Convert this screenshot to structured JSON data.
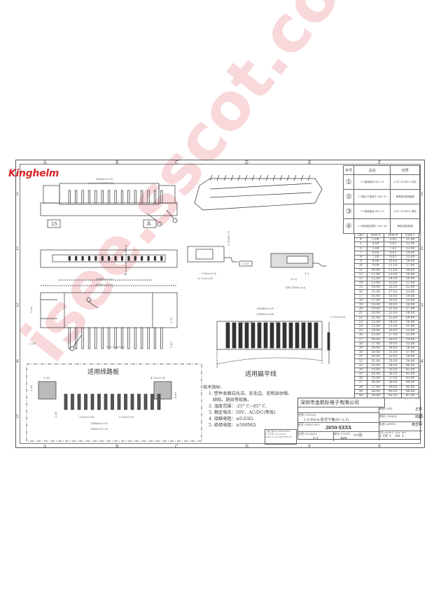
{
  "brand": "Kinghelm",
  "watermark": "isee.sscot.com",
  "columns": [
    "A",
    "B",
    "C",
    "D",
    "E",
    "F"
  ],
  "rows": [
    "1",
    "2",
    "3",
    "4",
    "5"
  ],
  "parts_table": {
    "headers": [
      "序号",
      "品名",
      "材质"
    ],
    "items": [
      {
        "no": "1",
        "name": "1.0绝缘胶壳 SDL 01",
        "material": "LCP UL94V-0 本色"
      },
      {
        "no": "2",
        "name": "1.0弹片下接端子 SDL 02",
        "material": "磷青铜/表面镀锡"
      },
      {
        "no": "3",
        "name": "1.0绝缘盖板 SDL 03",
        "material": "LCP UL94V-0 黑色"
      },
      {
        "no": "4",
        "name": "1.0绝缘固定脚片 SDL 04",
        "material": "黄铜/表面镀锡"
      }
    ]
  },
  "dim_table": {
    "headers": [
      "CKT",
      "DIM A",
      "DIM B",
      "DIM C"
    ],
    "rows": [
      [
        "4",
        "3.00",
        "5.03",
        "11.00"
      ],
      [
        "5",
        "4.00",
        "6.03",
        "12.00"
      ],
      [
        "6",
        "5.00",
        "7.03",
        "13.00"
      ],
      [
        "7",
        "6.00",
        "8.03",
        "14.00"
      ],
      [
        "8",
        "7.00",
        "9.03",
        "15.00"
      ],
      [
        "9",
        "8.00",
        "10.03",
        "16.00"
      ],
      [
        "10",
        "9.00",
        "11.03",
        "17.00"
      ],
      [
        "11",
        "10.00",
        "12.03",
        "18.00"
      ],
      [
        "12",
        "11.00",
        "13.03",
        "19.00"
      ],
      [
        "13",
        "12.00",
        "14.03",
        "20.00"
      ],
      [
        "14",
        "13.00",
        "15.03",
        "21.00"
      ],
      [
        "15",
        "14.00",
        "16.03",
        "22.00"
      ],
      [
        "16",
        "15.00",
        "17.03",
        "23.00"
      ],
      [
        "17",
        "16.00",
        "18.03",
        "24.00"
      ],
      [
        "18",
        "17.00",
        "19.03",
        "25.00"
      ],
      [
        "19",
        "18.00",
        "20.03",
        "26.00"
      ],
      [
        "20",
        "19.00",
        "21.03",
        "27.00"
      ],
      [
        "21",
        "20.00",
        "22.03",
        "28.00"
      ],
      [
        "22",
        "21.00",
        "23.03",
        "29.00"
      ],
      [
        "23",
        "22.00",
        "24.03",
        "30.00"
      ],
      [
        "24",
        "23.00",
        "25.03",
        "31.00"
      ],
      [
        "25",
        "24.00",
        "26.03",
        "32.00"
      ],
      [
        "26",
        "25.00",
        "27.03",
        "33.00"
      ],
      [
        "27",
        "26.00",
        "28.03",
        "34.00"
      ],
      [
        "28",
        "27.00",
        "29.03",
        "35.00"
      ],
      [
        "29",
        "28.00",
        "30.03",
        "36.00"
      ],
      [
        "30",
        "29.00",
        "31.03",
        "37.00"
      ],
      [
        "31",
        "30.00",
        "32.03",
        "38.00"
      ],
      [
        "32",
        "31.00",
        "33.03",
        "39.00"
      ],
      [
        "33",
        "32.00",
        "34.03",
        "40.00"
      ],
      [
        "34",
        "33.00",
        "35.03",
        "41.00"
      ],
      [
        "35",
        "34.00",
        "36.03",
        "42.00"
      ],
      [
        "36",
        "35.00",
        "37.03",
        "43.00"
      ],
      [
        "37",
        "36.00",
        "38.03",
        "44.00"
      ],
      [
        "38",
        "37.00",
        "39.03",
        "45.00"
      ],
      [
        "39",
        "38.00",
        "40.03",
        "46.00"
      ],
      [
        "40",
        "39.00",
        "41.03",
        "47.00"
      ]
    ]
  },
  "drawing_labels": {
    "dim_a_top": "DIMA±0.10",
    "pitch": "1.00±0.05(PITCH)",
    "mark_15": "15",
    "mark_a": "A",
    "dim_b": "DIMB±0.03",
    "dim_c": "DIMC±0.15",
    "section_a": "A",
    "h250": "2.50",
    "h215": "2.15",
    "w220": "2.20",
    "h185": "1.85",
    "n_pin": "N-0.25±0.03",
    "side_h": "2.50±0.15",
    "side_080": "0.80±0.05",
    "side_670": "6.70±0.05",
    "side_box": "0.10",
    "sec_19": "1.9",
    "sec_52": "(5.2)",
    "section_title": "SECTION A-A",
    "ffc_dimb": "DIMB±0.05",
    "ffc_dima": "DIMA±0.08",
    "ffc_pitch": "1.00±0.05",
    "ffc_05": "0.5",
    "ffc_thk": "0.30±0.03",
    "ffc_title": "适用扁平线",
    "pcb_title": "适用线路板",
    "pcb_300": "3.00",
    "pcb_320": "3.20",
    "pcb_430": "4.30±0.05",
    "pcb_460": "4.60",
    "pcb_250": "2.50",
    "pcb_pitch": "1.00±0.05",
    "pcb_050": "0.50±0.05",
    "pcb_dima": "DIMA±0.05",
    "pcb_dimc": "DIMC±0.15",
    "tol_title": "一般公差/TOLERANCES",
    "tol_1": "X ±0.30  X.X ±0.20",
    "tol_2": "X.XX ±0.10  ANGLES ±3°"
  },
  "notes": {
    "title": "技术指标:",
    "items": [
      "1. 塑件表面应光洁、无毛边、无明显收缩、",
      "   缺陷、脱纹等现象。",
      "2. 温度范围：-25° C~85° C.",
      "3. 额定电压：50V，AC/DC(等效).",
      "4. 接触电阻：≤0.03Ω.",
      "5. 绝缘电阻：≥500MΩ"
    ]
  },
  "title_block": {
    "company": "深圳市金航标电子有限公司",
    "name_label": "名称 (TITLE)",
    "name": "1.0 Pitch 卧式下接(H=2.5)",
    "part_label": "料号 (DWG.NO)",
    "part_no": "2050-XXXX",
    "scale_label": "比例 (SCALE)",
    "scale": "1:1",
    "unit_label": "单位 (UNIT)",
    "unit": "mm",
    "drawn_label": "制图 (DR)",
    "drawn": "王婷",
    "check_label": "审核 (CHKD)",
    "check": "田鹏",
    "approve_label": "批准 (APPD)",
    "approve": "黄志明",
    "sheet_label": "页次 (SHEET)",
    "sheet": "1 OF 1",
    "size_label": "SIZE",
    "size": "A4",
    "rev_label": "REV",
    "rev": "1"
  }
}
